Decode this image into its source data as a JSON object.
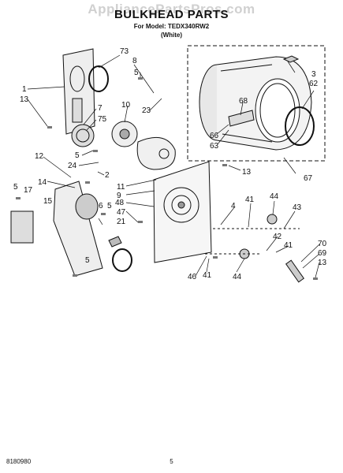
{
  "header": {
    "watermark": "AppliancePartsPros.com",
    "title": "BULKHEAD PARTS",
    "model_line": "For Model: TEDX340RW2",
    "color_line": "(White)"
  },
  "callouts": [
    "73",
    "8",
    "1",
    "13",
    "5",
    "23",
    "7",
    "75",
    "10",
    "5",
    "24",
    "12",
    "2",
    "14",
    "5",
    "17",
    "15",
    "6",
    "5",
    "47",
    "21",
    "5",
    "3",
    "62",
    "68",
    "66",
    "63",
    "67",
    "13",
    "11",
    "9",
    "48",
    "4",
    "44",
    "43",
    "41",
    "42",
    "70",
    "69",
    "13",
    "46",
    "41",
    "44",
    "41"
  ],
  "footer": {
    "doc_number": "8180980",
    "page_number": "5"
  }
}
